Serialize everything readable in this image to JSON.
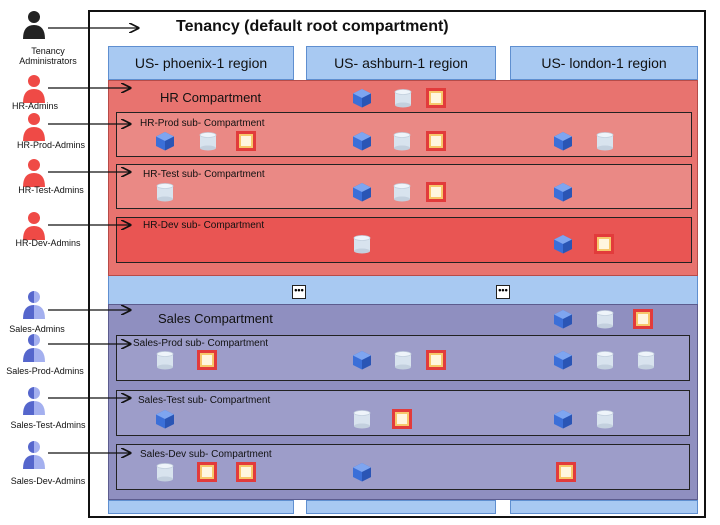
{
  "title": "Tenancy (default root compartment)",
  "regions": [
    "US- phoenix-1 region",
    "US- ashburn-1 region",
    "US- london-1 region"
  ],
  "compartments": {
    "hr": "HR Compartment",
    "sales": "Sales Compartment"
  },
  "subcompartments": {
    "hr_prod": "HR-Prod sub- Compartment",
    "hr_test": "HR-Test sub- Compartment",
    "hr_dev": "HR-Dev sub- Compartment",
    "sales_prod": "Sales-Prod sub- Compartment",
    "sales_test": "Sales-Test sub- Compartment",
    "sales_dev": "Sales-Dev sub- Compartment"
  },
  "people": {
    "tenancy_admins": "Tenancy\nAdministrators",
    "hr_admins": "HR-Admins",
    "hr_prod_admins": "HR-Prod-Admins",
    "hr_test_admins": "HR-Test-Admins",
    "hr_dev_admins": "HR-Dev-Admins",
    "sales_admins": "Sales-Admins",
    "sales_prod_admins": "Sales-Prod-Admins",
    "sales_test_admins": "Sales-Test-Admins",
    "sales_dev_admins": "Sales-Dev-Admins"
  },
  "ellipsis": "•••",
  "colors": {
    "hr": "#e8736f",
    "hr_dev": "#e95553",
    "sales": "#8f8fc0",
    "region": "#a8c9f2",
    "cube": "#3b6fd8",
    "db": "#d8e3ee",
    "square": "#e23b3b"
  },
  "icon_names": [
    "compute-cube-icon",
    "database-cylinder-icon",
    "storage-square-icon",
    "person-icon"
  ]
}
